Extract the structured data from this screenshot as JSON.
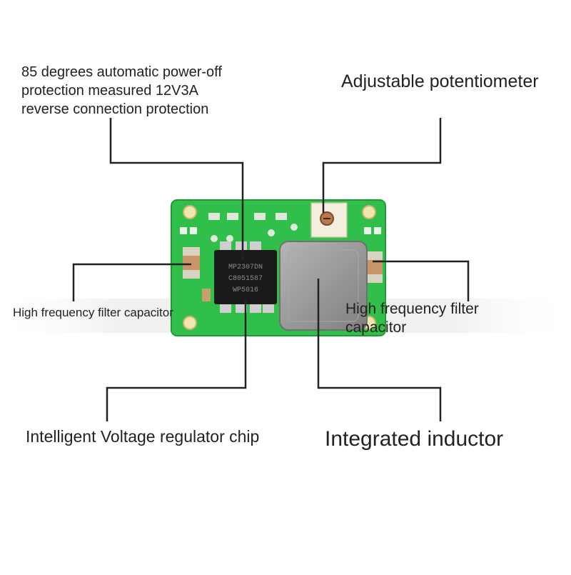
{
  "labels": {
    "protection": {
      "line1": "85 degrees automatic power-off",
      "line2": "protection measured 12V3A",
      "line3": "reverse connection protection"
    },
    "potentiometer": "Adjustable potentiometer",
    "cap_left": "High frequency filter capacitor",
    "cap_right": {
      "line1": "High frequency filter",
      "line2": "capacitor"
    },
    "chip": "Intelligent Voltage regulator chip",
    "inductor": "Integrated inductor"
  },
  "chip_marking": {
    "line1": "MP2307DN",
    "line2": "C8051587",
    "line3": "WP5016"
  },
  "colors": {
    "pcb": "#2fbf4a",
    "pcb_dark": "#1f9a36",
    "inductor": "#9a9a9a",
    "chip": "#1a1a1a",
    "capacitor": "#c8946a",
    "leader_line": "#222222"
  }
}
